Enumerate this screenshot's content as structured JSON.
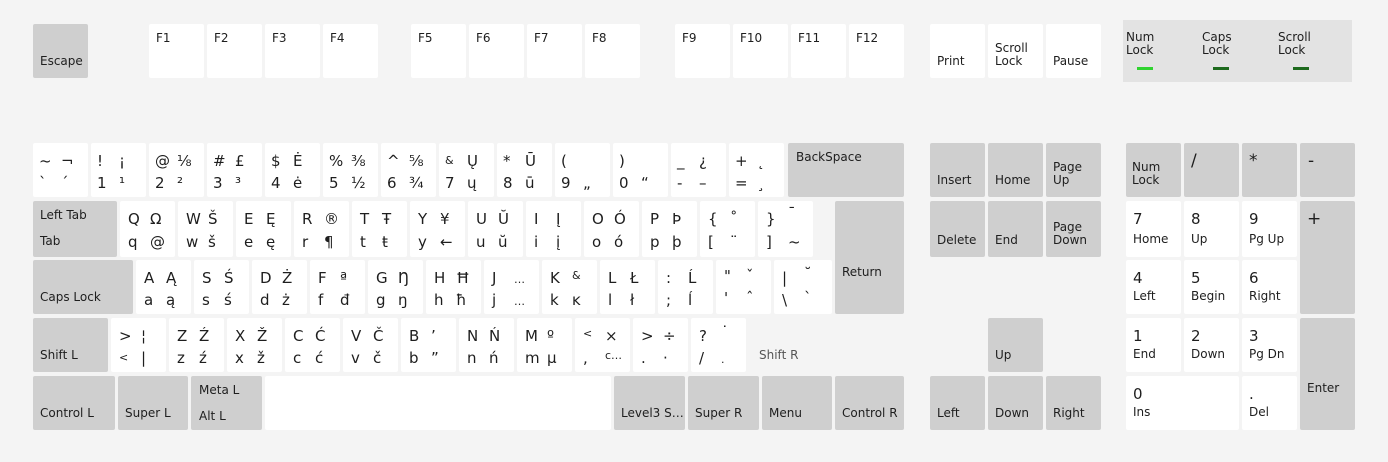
{
  "keys": {
    "esc": "Escape",
    "f1": "F1",
    "f2": "F2",
    "f3": "F3",
    "f4": "F4",
    "f5": "F5",
    "f6": "F6",
    "f7": "F7",
    "f8": "F8",
    "f9": "F9",
    "f10": "F10",
    "f11": "F11",
    "f12": "F12",
    "print": "Print",
    "scroll": "Scroll\nLock",
    "pause": "Pause",
    "tilde": [
      "~",
      "¬",
      "`",
      "ˊ"
    ],
    "k1": [
      "!",
      "¡",
      "1",
      "¹"
    ],
    "k2": [
      "@",
      "⅛",
      "2",
      "²"
    ],
    "k3": [
      "#",
      "£",
      "3",
      "³"
    ],
    "k4": [
      "$",
      "Ė",
      "4",
      "ė"
    ],
    "k5": [
      "%",
      "⅜",
      "5",
      "½"
    ],
    "k6": [
      "^",
      "⅝",
      "6",
      "¾"
    ],
    "k7": [
      "&",
      "Ų",
      "7",
      "ų"
    ],
    "k8": [
      "*",
      "Ū",
      "8",
      "ū"
    ],
    "k9": [
      "(",
      "",
      "9",
      "„"
    ],
    "k0": [
      ")",
      "",
      "0",
      "“"
    ],
    "minus": [
      "_",
      "¿",
      "-",
      "–"
    ],
    "equal": [
      "+",
      "˛",
      "=",
      "¸"
    ],
    "backspace": "BackSpace",
    "tab": "Left Tab\n\nTab",
    "q": [
      "Q",
      "Ω",
      "q",
      "@"
    ],
    "w": [
      "W",
      "Š",
      "w",
      "š"
    ],
    "e": [
      "E",
      "Ę",
      "e",
      "ę"
    ],
    "r": [
      "R",
      "®",
      "r",
      "¶"
    ],
    "t": [
      "T",
      "Ŧ",
      "t",
      "ŧ"
    ],
    "y": [
      "Y",
      "¥",
      "y",
      "←"
    ],
    "u": [
      "U",
      "Ŭ",
      "u",
      "ŭ"
    ],
    "i": [
      "I",
      "Į",
      "i",
      "į"
    ],
    "o": [
      "O",
      "Ó",
      "o",
      "ó"
    ],
    "p": [
      "P",
      "Þ",
      "p",
      "þ"
    ],
    "lbracket": [
      "{",
      "˚",
      "[",
      "¨"
    ],
    "rbracket": [
      "}",
      "¯",
      "]",
      "~"
    ],
    "return": "Return",
    "caps": "Caps Lock",
    "a": [
      "A",
      "Ą",
      "a",
      "ą"
    ],
    "s": [
      "S",
      "Ś",
      "s",
      "ś"
    ],
    "d": [
      "D",
      "Ż",
      "d",
      "ż"
    ],
    "f": [
      "F",
      "ª",
      "f",
      "đ"
    ],
    "g": [
      "G",
      "Ŋ",
      "g",
      "ŋ"
    ],
    "h": [
      "H",
      "Ħ",
      "h",
      "ħ"
    ],
    "j": [
      "J",
      "…",
      "j",
      "…"
    ],
    "k": [
      "K",
      "&",
      "k",
      "ĸ"
    ],
    "l": [
      "L",
      "Ł",
      "l",
      "ł"
    ],
    "semicolon": [
      ":",
      "Ĺ",
      ";",
      "ĺ"
    ],
    "quote": [
      "\"",
      "ˇ",
      "'",
      "ˆ"
    ],
    "backslash": [
      "|",
      "˘",
      "\\",
      "`"
    ],
    "shiftl": "Shift L",
    "ltgt": [
      ">",
      "¦",
      "<",
      "|"
    ],
    "z": [
      "Z",
      "Ź",
      "z",
      "ź"
    ],
    "x": [
      "X",
      "Ž",
      "x",
      "ž"
    ],
    "c": [
      "C",
      "Ć",
      "c",
      "ć"
    ],
    "v": [
      "V",
      "Č",
      "v",
      "č"
    ],
    "b": [
      "B",
      "ʼ",
      "b",
      "”"
    ],
    "n": [
      "N",
      "Ń",
      "n",
      "ń"
    ],
    "m": [
      "M",
      "º",
      "m",
      "µ"
    ],
    "comma": [
      "<",
      "×",
      ",",
      "c…"
    ],
    "period": [
      ">",
      "÷",
      ".",
      "·"
    ],
    "slash": [
      "?",
      "˙",
      "/",
      "."
    ],
    "shiftr": "Shift R",
    "ctrll": "Control L",
    "superl": "Super L",
    "alt": "Meta L\n\nAlt L",
    "level3": "Level3 S…",
    "superr": "Super R",
    "menu": "Menu",
    "ctrlr": "Control R",
    "insert": "Insert",
    "home": "Home",
    "pgup": "Page\nUp",
    "delete": "Delete",
    "end": "End",
    "pgdn": "Page\nDown",
    "up": "Up",
    "left": "Left",
    "down": "Down",
    "right": "Right",
    "numlock": "Num\nLock",
    "kpdiv": "/",
    "kpmul": "*",
    "kpminus": "-",
    "kp7": [
      "7",
      "Home"
    ],
    "kp8": [
      "8",
      "Up"
    ],
    "kp9": [
      "9",
      "Pg Up"
    ],
    "kpplus": "+",
    "kp4": [
      "4",
      "Left"
    ],
    "kp5": [
      "5",
      "Begin"
    ],
    "kp6": [
      "6",
      "Right"
    ],
    "kp1": [
      "1",
      "End"
    ],
    "kp2": [
      "2",
      "Down"
    ],
    "kp3": [
      "3",
      "Pg Dn"
    ],
    "kpenter": "Enter",
    "kp0": [
      "0",
      "Ins"
    ],
    "kpdot": [
      ".",
      "Del"
    ]
  },
  "leds": {
    "num": "Num\nLock",
    "caps": "Caps\nLock",
    "scroll": "Scroll\nLock",
    "num_color": "#2fd32f",
    "off_color": "#1e6a1e"
  }
}
